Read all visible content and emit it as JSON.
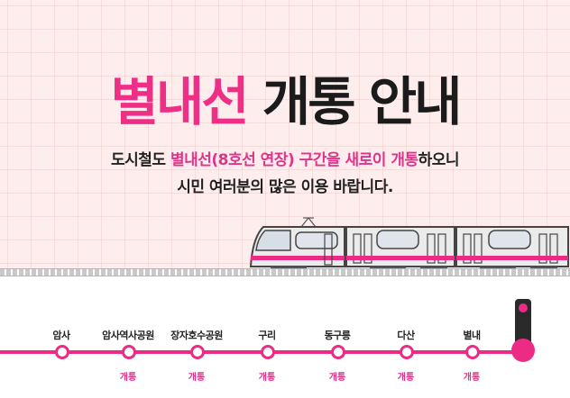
{
  "banner": {
    "title_highlight": "별내선",
    "title_rest": "개통 안내",
    "line1_a": "도시철도 ",
    "line1_pink1": "별내선(8호선 연장) 구간을 새로이 개통",
    "line1_b": "하오니",
    "line2": "시민 여러분의 많은 이용 바랍니다."
  },
  "route": {
    "stations": [
      {
        "name": "암사",
        "status": ""
      },
      {
        "name": "암사역사공원",
        "status": "개통"
      },
      {
        "name": "장자호수공원",
        "status": "개통"
      },
      {
        "name": "구리",
        "status": "개통"
      },
      {
        "name": "동구릉",
        "status": "개통"
      },
      {
        "name": "다산",
        "status": "개통"
      },
      {
        "name": "별내",
        "status": "개통"
      }
    ]
  },
  "colors": {
    "accent_pink": "#ec2c84",
    "dark": "#1b1b1b",
    "banner_bg": "#fdeeed"
  }
}
